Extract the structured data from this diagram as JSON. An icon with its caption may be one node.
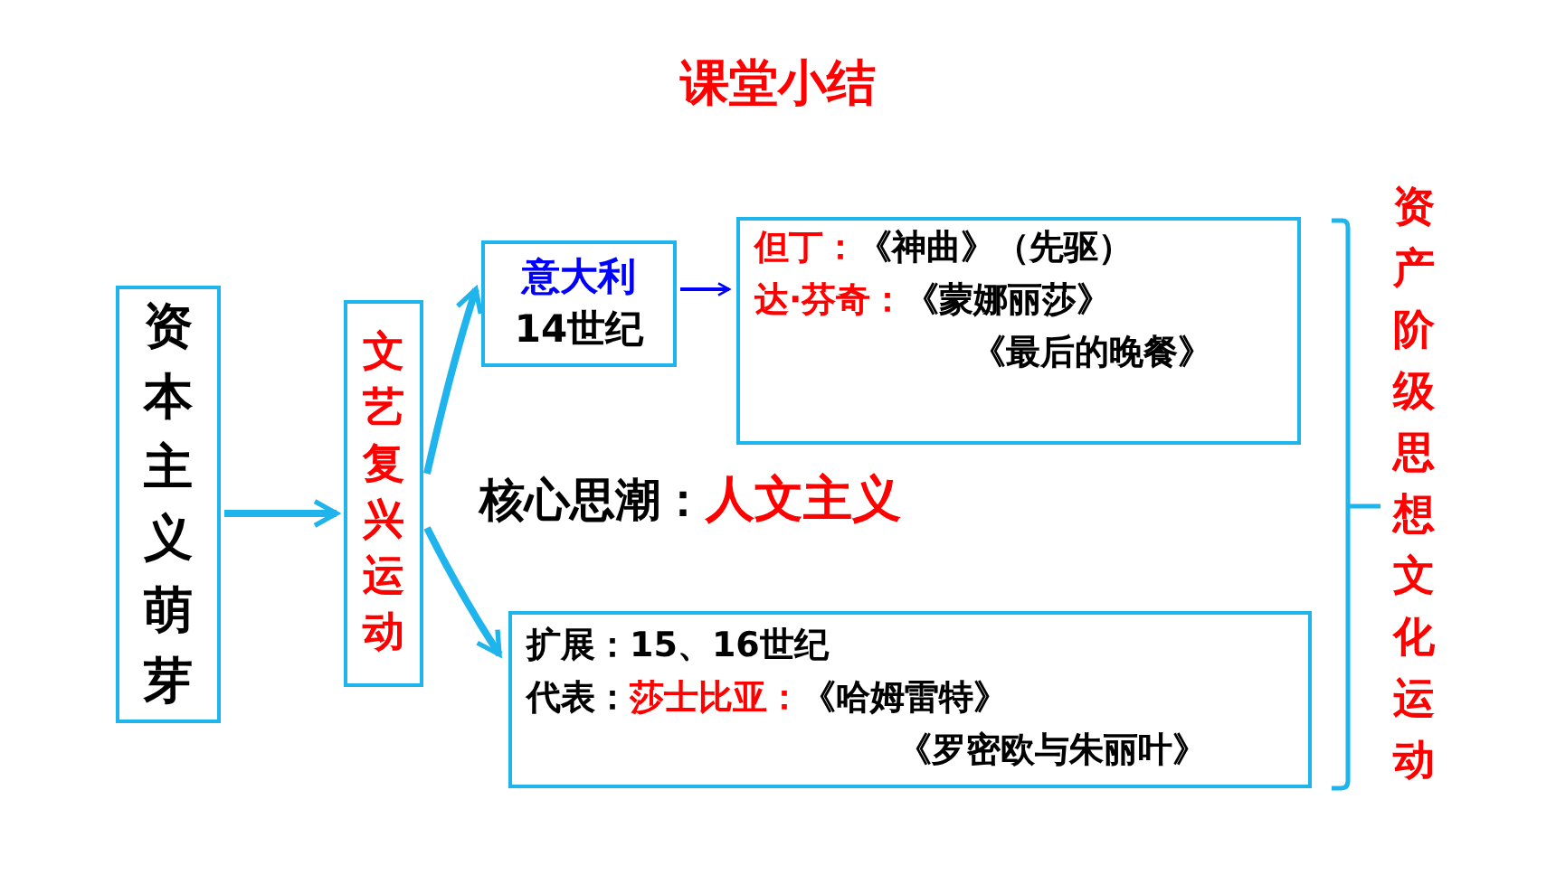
{
  "diagram": {
    "title": "课堂小结",
    "nodes": [
      {
        "text": [
          "资本主义萌芽"
        ]
      },
      {
        "text": [
          "文艺复兴运动"
        ]
      },
      {
        "text": [
          "意大利",
          "14世纪"
        ]
      },
      {
        "text": [
          "但丁：",
          "《神曲》（先驱）",
          "达·芬奇：",
          "《蒙娜丽莎》",
          "《最后的晚餐》"
        ]
      },
      {
        "text": [
          "扩展：15、16世纪",
          "代表：",
          "莎士比亚：",
          "《哈姆雷特》",
          "《罗密欧与朱丽叶》"
        ]
      }
    ],
    "edges": [
      {
        "from": 0,
        "to": 1,
        "arrow": "to"
      },
      {
        "from": 1,
        "to": 2,
        "arrow": "to"
      },
      {
        "from": 1,
        "to": 4,
        "arrow": "to"
      },
      {
        "from": 2,
        "to": 3,
        "arrow": "to",
        "color": "#0000ff"
      }
    ],
    "labels": [
      "核心思潮：",
      "人文主义",
      "资产阶级思想文化运动"
    ]
  }
}
